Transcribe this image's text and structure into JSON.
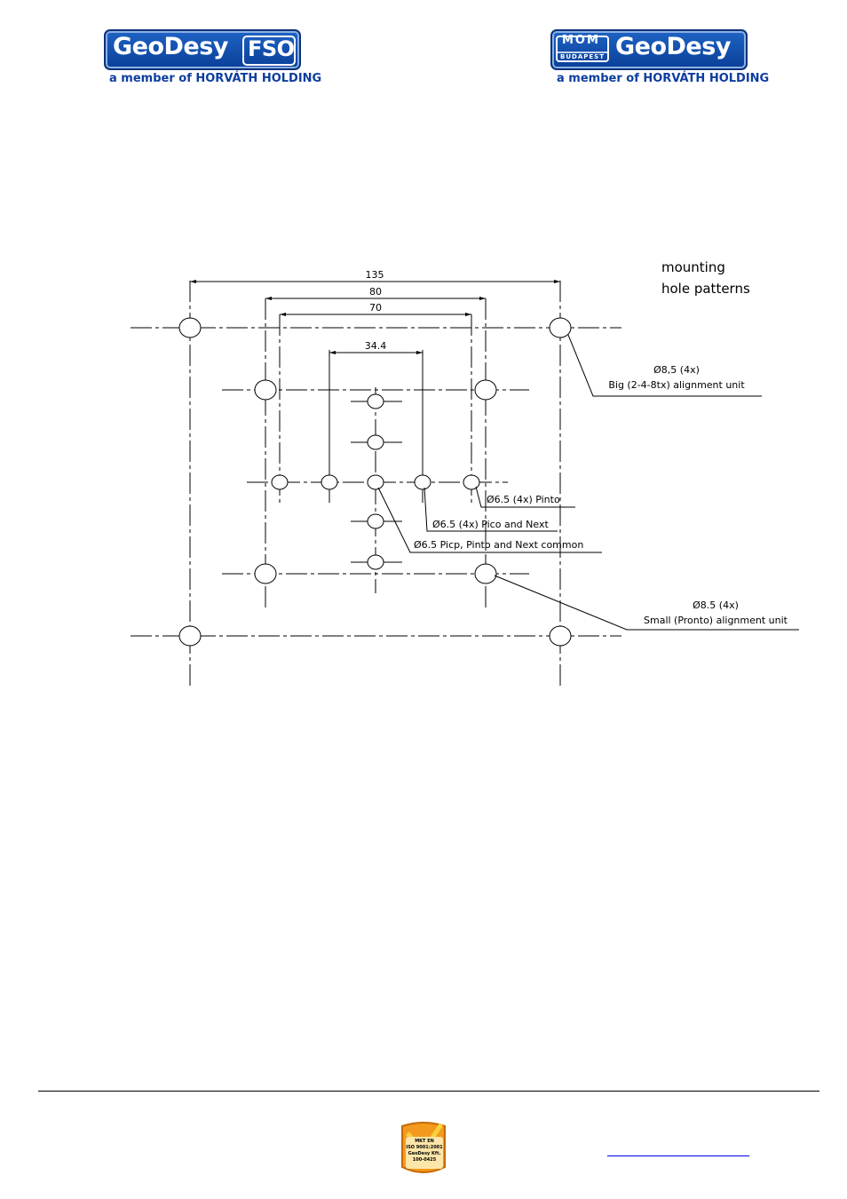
{
  "header": {
    "left_logo": {
      "brand": "GeoDesy",
      "tag": "FSO",
      "subtitle": "a member of HORVÁTH HOLDING"
    },
    "right_logo": {
      "emblem": "MOM",
      "emblem_sub": "BUDAPEST",
      "brand": "GeoDesy",
      "subtitle": "a member of HORVÁTH HOLDING"
    }
  },
  "drawing": {
    "title_line1": "mounting",
    "title_line2": "hole patterns",
    "dim_135": "135",
    "dim_80": "80",
    "dim_70": "70",
    "dim_34": "34.4",
    "label_big_1": "Ø8,5 (4x)",
    "label_big_2": "Big (2-4-8tx) alignment unit",
    "label_pinto": "Ø6.5 (4x) Pinto",
    "label_pico": "Ø6.5 (4x) Pico and Next",
    "label_common": "Ø6.5 Picp, Pinto and Next common",
    "label_small_1": "Ø8.5 (4x)",
    "label_small_2": "Small (Pronto) alignment unit"
  },
  "footer": {
    "cert_lines": [
      "MKT EN",
      "ISO 9001:2001",
      "GeoDesy Kft.",
      "100-0425"
    ],
    "link_text": ""
  },
  "colors": {
    "logo_blue": "#0d3da0",
    "link_blue": "#0000ee",
    "cert_orange": "#f39a1e"
  }
}
